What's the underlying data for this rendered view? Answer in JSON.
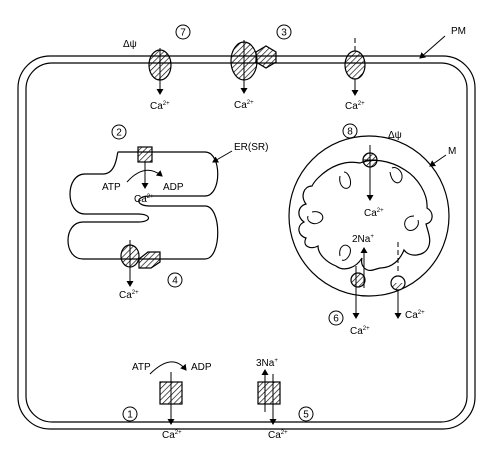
{
  "labels": {
    "pm": "PM",
    "er": "ER(SR)",
    "mito": "M",
    "dpsi_pm": "Δψ",
    "dpsi_m": "Δψ",
    "atp_er": "ATP",
    "adp_er": "ADP",
    "atp_pm": "ATP",
    "adp_pm": "ADP",
    "na_mito": "2Na",
    "na_pm": "3Na",
    "plus": "+",
    "ca": "Ca",
    "ca_charge": "2+"
  },
  "numbers": {
    "n1": "1",
    "n2": "2",
    "n3": "3",
    "n4": "4",
    "n5": "5",
    "n6": "6",
    "n7": "7",
    "n8": "8"
  }
}
